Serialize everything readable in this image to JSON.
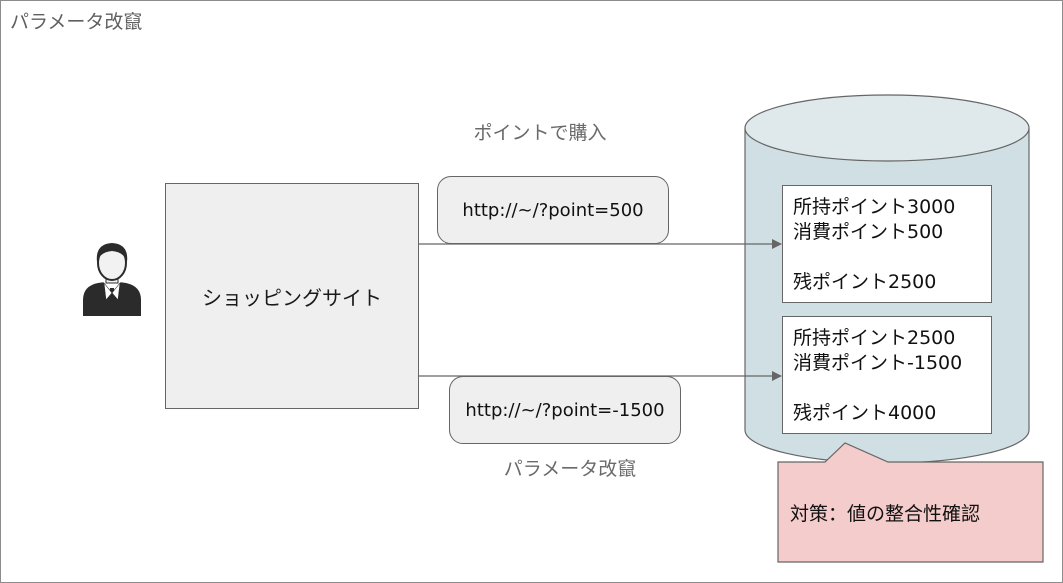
{
  "frame": {
    "title": "パラメータ改竄"
  },
  "user": {
    "icon": "businessman-icon"
  },
  "site": {
    "label": "ショッピングサイト"
  },
  "flows": {
    "top": {
      "caption": "ポイントで購入",
      "request": "http://~/?point=500"
    },
    "bottom": {
      "caption": "パラメータ改竄",
      "request": "http://~/?point=-1500"
    }
  },
  "database": {
    "records": [
      {
        "held": "所持ポイント3000",
        "spent": "消費ポイント500",
        "remaining": "残ポイント2500"
      },
      {
        "held": "所持ポイント2500",
        "spent": "消費ポイント-1500",
        "remaining": "残ポイント4000"
      }
    ]
  },
  "callout": {
    "text": "対策：値の整合性確認"
  },
  "colors": {
    "database_fill": "#d0dfe3",
    "box_fill": "#efefef",
    "callout_fill": "#f4cccc",
    "border": "#666666"
  }
}
